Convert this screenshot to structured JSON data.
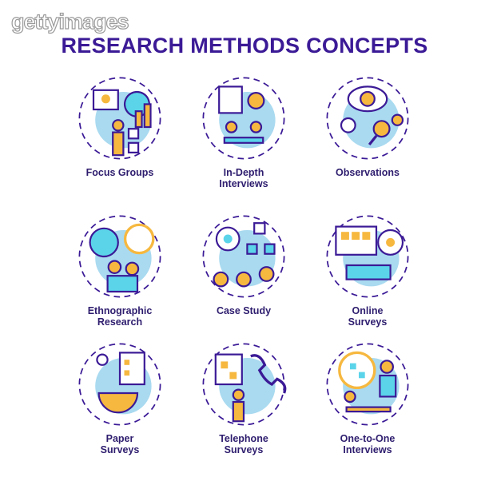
{
  "watermark": "gettyimages",
  "title": "RESEARCH METHODS CONCEPTS",
  "colors": {
    "outline": "#3b1a96",
    "blue": "#a9daf0",
    "yellow": "#f6b83f",
    "cyan": "#5bd4ea",
    "text": "#2e1d6e"
  },
  "items": [
    {
      "line1": "Focus Groups",
      "line2": "",
      "icon": "focus-groups-icon"
    },
    {
      "line1": "In-Depth",
      "line2": "Interviews",
      "icon": "in-depth-interviews-icon"
    },
    {
      "line1": "Observations",
      "line2": "",
      "icon": "observations-icon"
    },
    {
      "line1": "Ethnographic",
      "line2": "Research",
      "icon": "ethnographic-research-icon"
    },
    {
      "line1": "Case Study",
      "line2": "",
      "icon": "case-study-icon"
    },
    {
      "line1": "Online",
      "line2": "Surveys",
      "icon": "online-surveys-icon"
    },
    {
      "line1": "Paper",
      "line2": "Surveys",
      "icon": "paper-surveys-icon"
    },
    {
      "line1": "Telephone",
      "line2": "Surveys",
      "icon": "telephone-surveys-icon"
    },
    {
      "line1": "One-to-One",
      "line2": "Interviews",
      "icon": "one-to-one-interviews-icon"
    }
  ]
}
